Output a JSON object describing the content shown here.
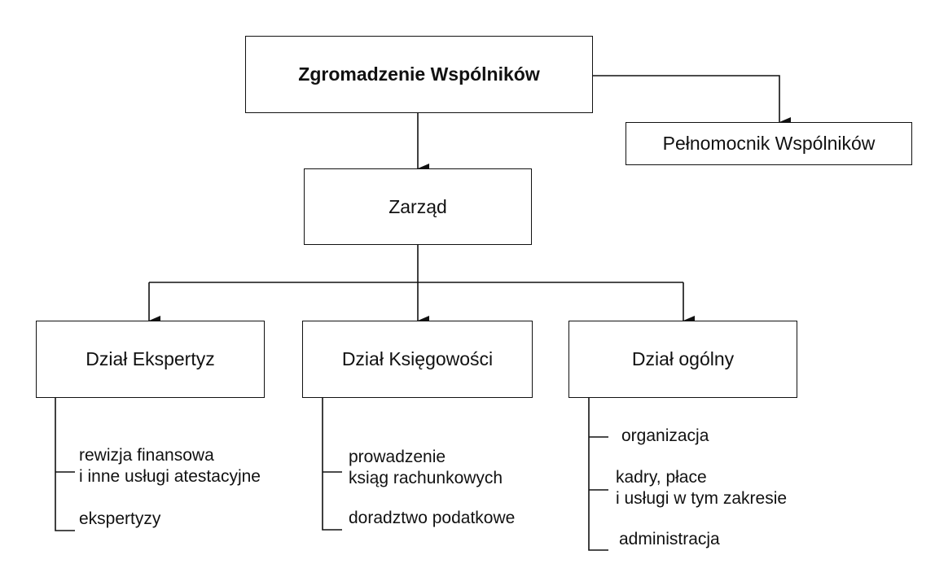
{
  "org": {
    "assembly": "Zgromadzenie Wspólników",
    "proxy": "Pełnomocnik Wspólników",
    "board": "Zarząd",
    "departments": [
      {
        "name": "Dział Ekspertyz",
        "tasks": [
          [
            "rewizja finansowa",
            "i inne usługi atestacyjne"
          ],
          [
            "ekspertyzy"
          ]
        ]
      },
      {
        "name": "Dział Księgowości",
        "tasks": [
          [
            "prowadzenie",
            "ksiąg rachunkowych"
          ],
          [
            "doradztwo podatkowe"
          ]
        ]
      },
      {
        "name": "Dział ogólny",
        "tasks": [
          [
            "organizacja"
          ],
          [
            "kadry, płace",
            "i usługi w tym zakresie"
          ],
          [
            "administracja"
          ]
        ]
      }
    ]
  }
}
